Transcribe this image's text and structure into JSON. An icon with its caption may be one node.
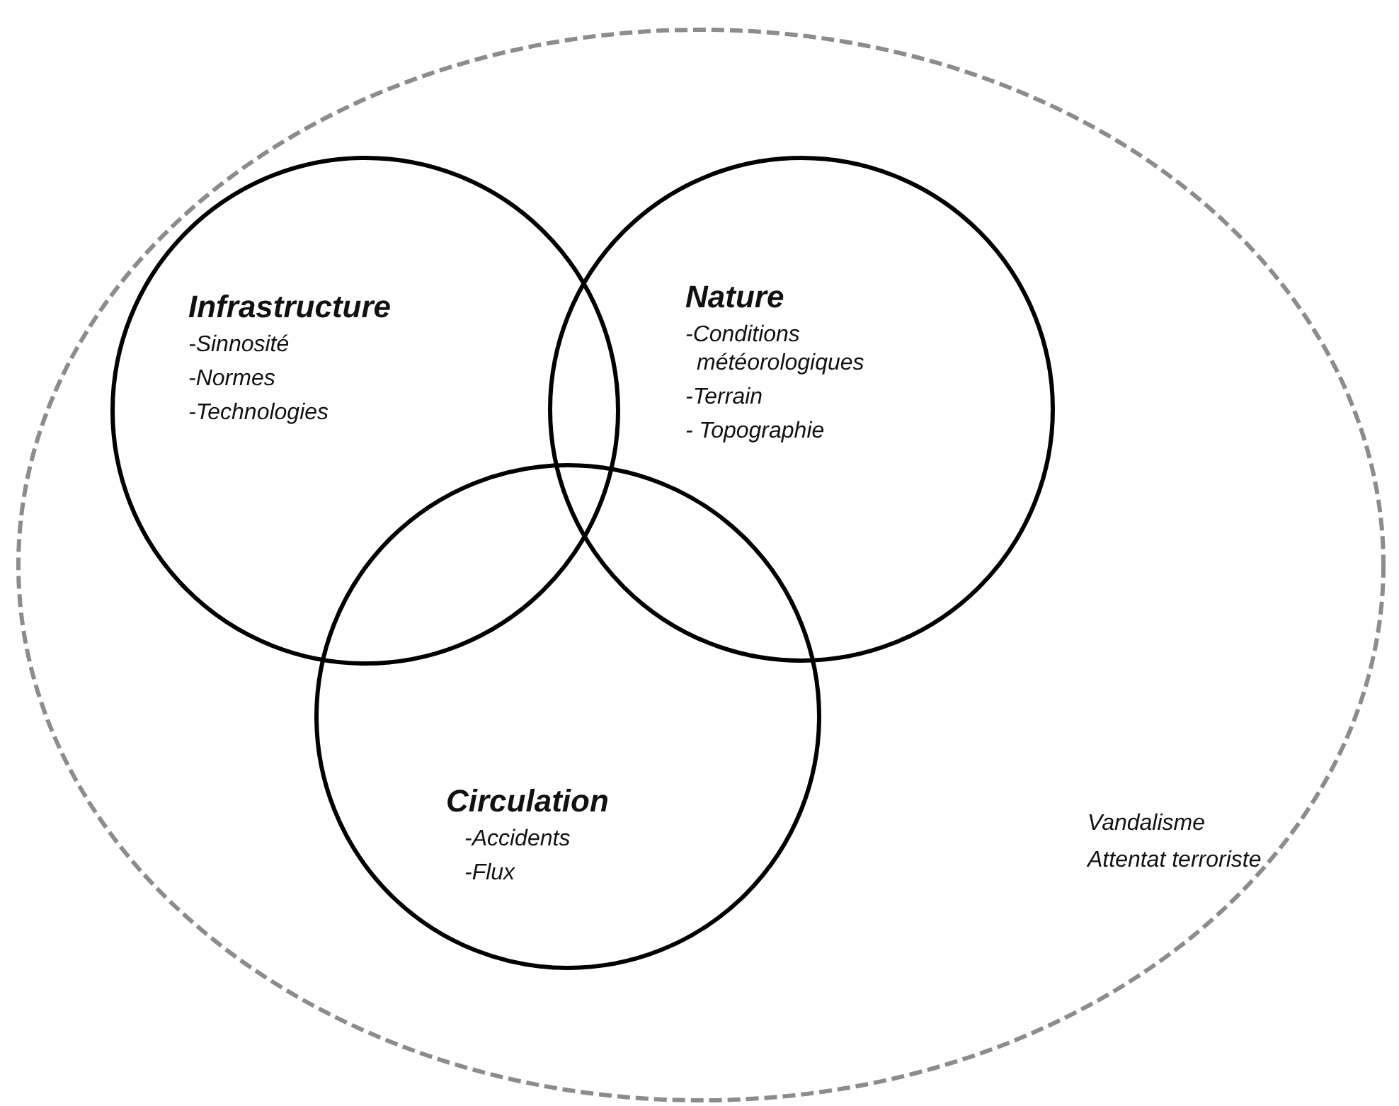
{
  "diagram": {
    "nodes": [
      {
        "text": [
          "Vandalisme",
          "Attentat terroriste"
        ]
      },
      {
        "text": [
          "Infrastructure",
          "-Sinnosité",
          "-Normes",
          "-Technologies"
        ],
        "in": 0
      },
      {
        "text": [
          "Nature",
          "-Conditions météorologiques",
          "-Terrain",
          "- Topographie"
        ],
        "in": 0
      },
      {
        "text": [
          "Circulation",
          "-Accidents",
          "-Flux"
        ],
        "in": 0
      }
    ]
  }
}
